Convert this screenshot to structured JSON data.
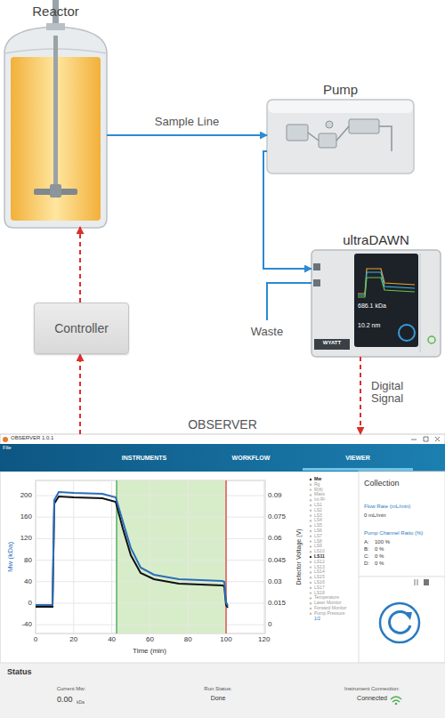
{
  "diagram": {
    "nodes": [
      {
        "text": [
          "Reactor"
        ]
      },
      {
        "text": [
          "Pump"
        ]
      },
      {
        "text": [
          "ultraDAWN"
        ]
      },
      {
        "text": [
          "Controller"
        ]
      },
      {
        "text": [
          "OBSERVER"
        ]
      }
    ],
    "edges": [
      {
        "from": 0,
        "to": 1,
        "arrow": "to",
        "label": "Sample Line"
      },
      {
        "from": 1,
        "to": 2,
        "arrow": "to"
      },
      {
        "from": 2,
        "to": 4,
        "arrow": "to",
        "label": "Digital Signal"
      },
      {
        "from": 4,
        "to": 3,
        "arrow": "to"
      },
      {
        "from": 3,
        "to": 0,
        "arrow": "to"
      }
    ],
    "labels": [
      "686.1 kDa",
      "10.2 nm",
      "WYATT",
      "Waste",
      "OBSERVER 1.0.1",
      "File",
      "INSTRUMENTS",
      "WORKFLOW",
      "VIEWER",
      "200",
      "160",
      "120",
      "80",
      "40",
      "0",
      "-40",
      "Mw (kDa)",
      "0",
      "20",
      "40",
      "60",
      "80",
      "100",
      "120",
      "Time (min)",
      "0.09",
      "0.075",
      "0.06",
      "0.045",
      "0.03",
      "0.015",
      "0",
      "Detector Voltage (V)",
      "Mw",
      "Rg",
      "R(θ)",
      "Mass",
      "Int R²",
      "LS1",
      "LS2",
      "LS3",
      "LS4",
      "LS5",
      "LS6",
      "LS7",
      "LS8",
      "LS9",
      "LS10",
      "LS11",
      "LS12",
      "LS13",
      "LS14",
      "LS15",
      "LS16",
      "LS17",
      "LS18",
      "Temperature",
      "Laser Monitor",
      "Forward Monitor",
      "Pump Pressure",
      "1/2",
      "Collection",
      "Flow Rate (mL/min)",
      "0 mL/min",
      "Pump Channel Ratio (%)",
      "A:",
      "100 %",
      "B:",
      "0 %",
      "C:",
      "0 %",
      "D:",
      "0 %",
      "Status",
      "Current Mw:",
      "0.00",
      "kDa",
      "Run Status:",
      "Done",
      "Instrument Connection:",
      "Connected"
    ]
  }
}
